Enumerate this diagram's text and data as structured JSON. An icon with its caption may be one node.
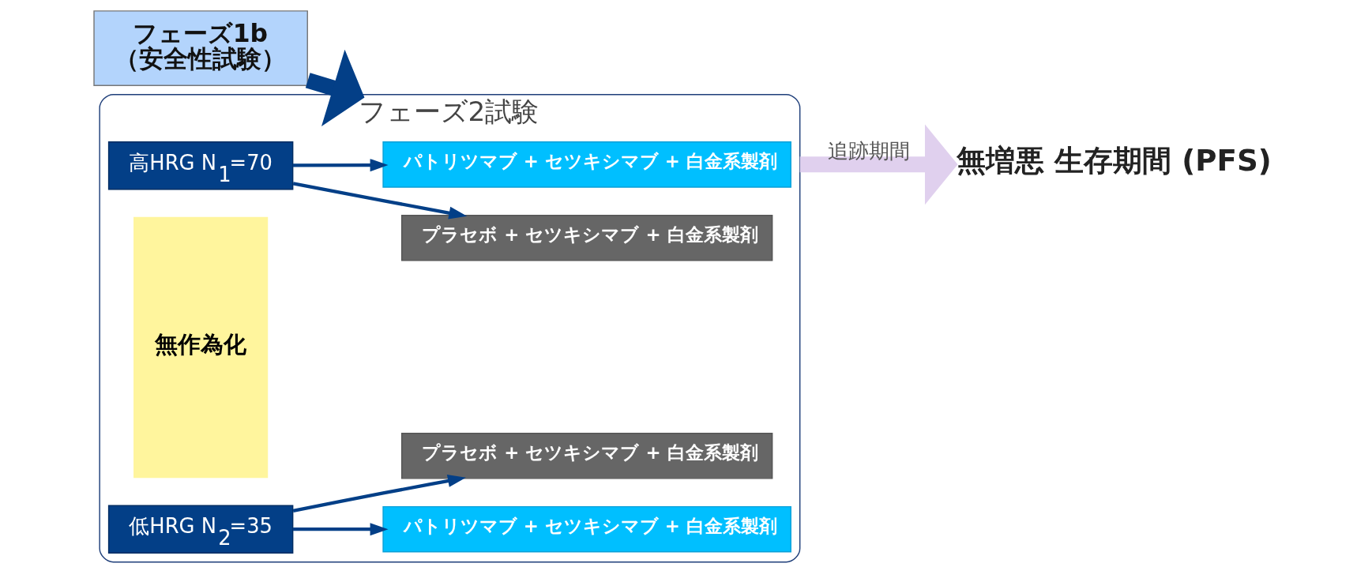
{
  "diagram": {
    "nodes": [
      {
        "text": [
          "フェーズ1b",
          "（安全性試験）"
        ]
      },
      {
        "text": [
          "フェーズ2試験"
        ]
      },
      {
        "text": [
          "高HRG N$_{1}$=70"
        ],
        "in": 1
      },
      {
        "text": [
          "無作為化"
        ],
        "in": 1
      },
      {
        "text": [
          "低HRG N$_{2}$=35"
        ],
        "in": 1
      },
      {
        "text": [
          "パトリツマブ + セツキシマブ + 白金系製剤"
        ],
        "in": 1
      },
      {
        "text": [
          "プラセボ + セツキシマブ + 白金系製剤"
        ],
        "in": 1
      },
      {
        "text": [
          "パトリツマブ + セツキシマブ + 白金系製剤"
        ],
        "in": 1
      },
      {
        "text": [
          "プラセボ + セツキシマブ + 白金系製剤"
        ],
        "in": 1
      },
      {
        "text": [
          "無増悪 生存期間 (PFS)"
        ]
      }
    ],
    "edges": [
      {
        "from": 0,
        "to": 1,
        "arrow": "to",
        "style": "thick"
      },
      {
        "from": 2,
        "to": 5,
        "arrow": "to"
      },
      {
        "from": 2,
        "to": 6,
        "arrow": "to"
      },
      {
        "from": 4,
        "to": 7,
        "arrow": "to"
      },
      {
        "from": 4,
        "to": 8,
        "arrow": "to"
      },
      {
        "from": 1,
        "to": 9,
        "arrow": "to",
        "label": "追跡期間",
        "style": "thick",
        "color": "#e0d0ee"
      }
    ]
  }
}
